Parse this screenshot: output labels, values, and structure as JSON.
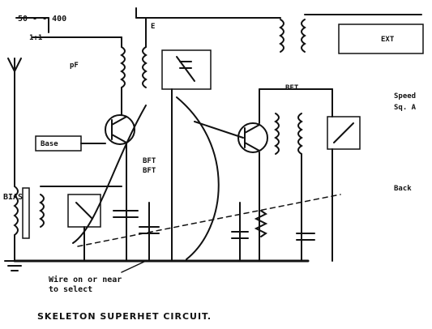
{
  "labels": {
    "top_left_1": "50 - - 400",
    "top_left_2": "1:1",
    "cap_left": "pF",
    "top_coil": "E",
    "bias": "BIAS",
    "base_label": "Base",
    "mid_label_1": "BFT",
    "mid_label_2": "BFT",
    "right_top_box": "EXT",
    "right_mid": "BFT",
    "side_note_1": "Speed",
    "side_note_2": "Sq. A",
    "side_note_3": "Back"
  },
  "note": {
    "line1": "Wire on or near",
    "line2": "to select"
  },
  "caption": "SKELETON SUPERHET CIRCUIT."
}
